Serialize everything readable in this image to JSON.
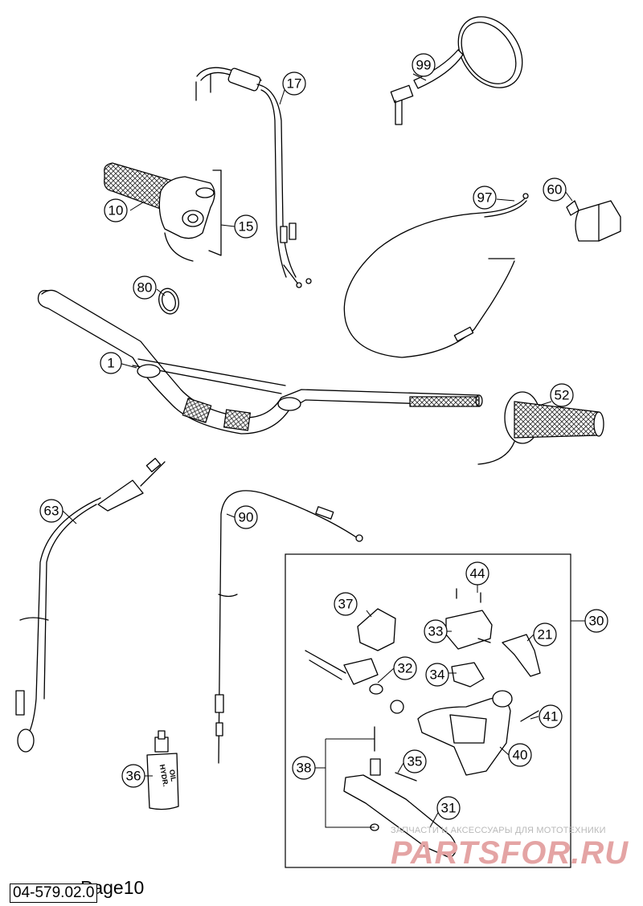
{
  "document": {
    "number": "04-579.02.0",
    "page": "Page10"
  },
  "watermark": {
    "tagline": "ЗАПЧАСТИ И АКСЕССУАРЫ ДЛЯ МОТОТЕХНИКИ",
    "brand": "PARTSFOR.RU"
  },
  "bottle": {
    "line1": "HYDR.",
    "line2": "OIL"
  },
  "callouts": {
    "c1": "1",
    "c10": "10",
    "c15": "15",
    "c17": "17",
    "c21": "21",
    "c30": "30",
    "c31": "31",
    "c32": "32",
    "c33": "33",
    "c34": "34",
    "c35": "35",
    "c36": "36",
    "c37": "37",
    "c38": "38",
    "c40": "40",
    "c41": "41",
    "c44": "44",
    "c52": "52",
    "c60": "60",
    "c63": "63",
    "c80": "80",
    "c90": "90",
    "c97": "97",
    "c99": "99"
  }
}
